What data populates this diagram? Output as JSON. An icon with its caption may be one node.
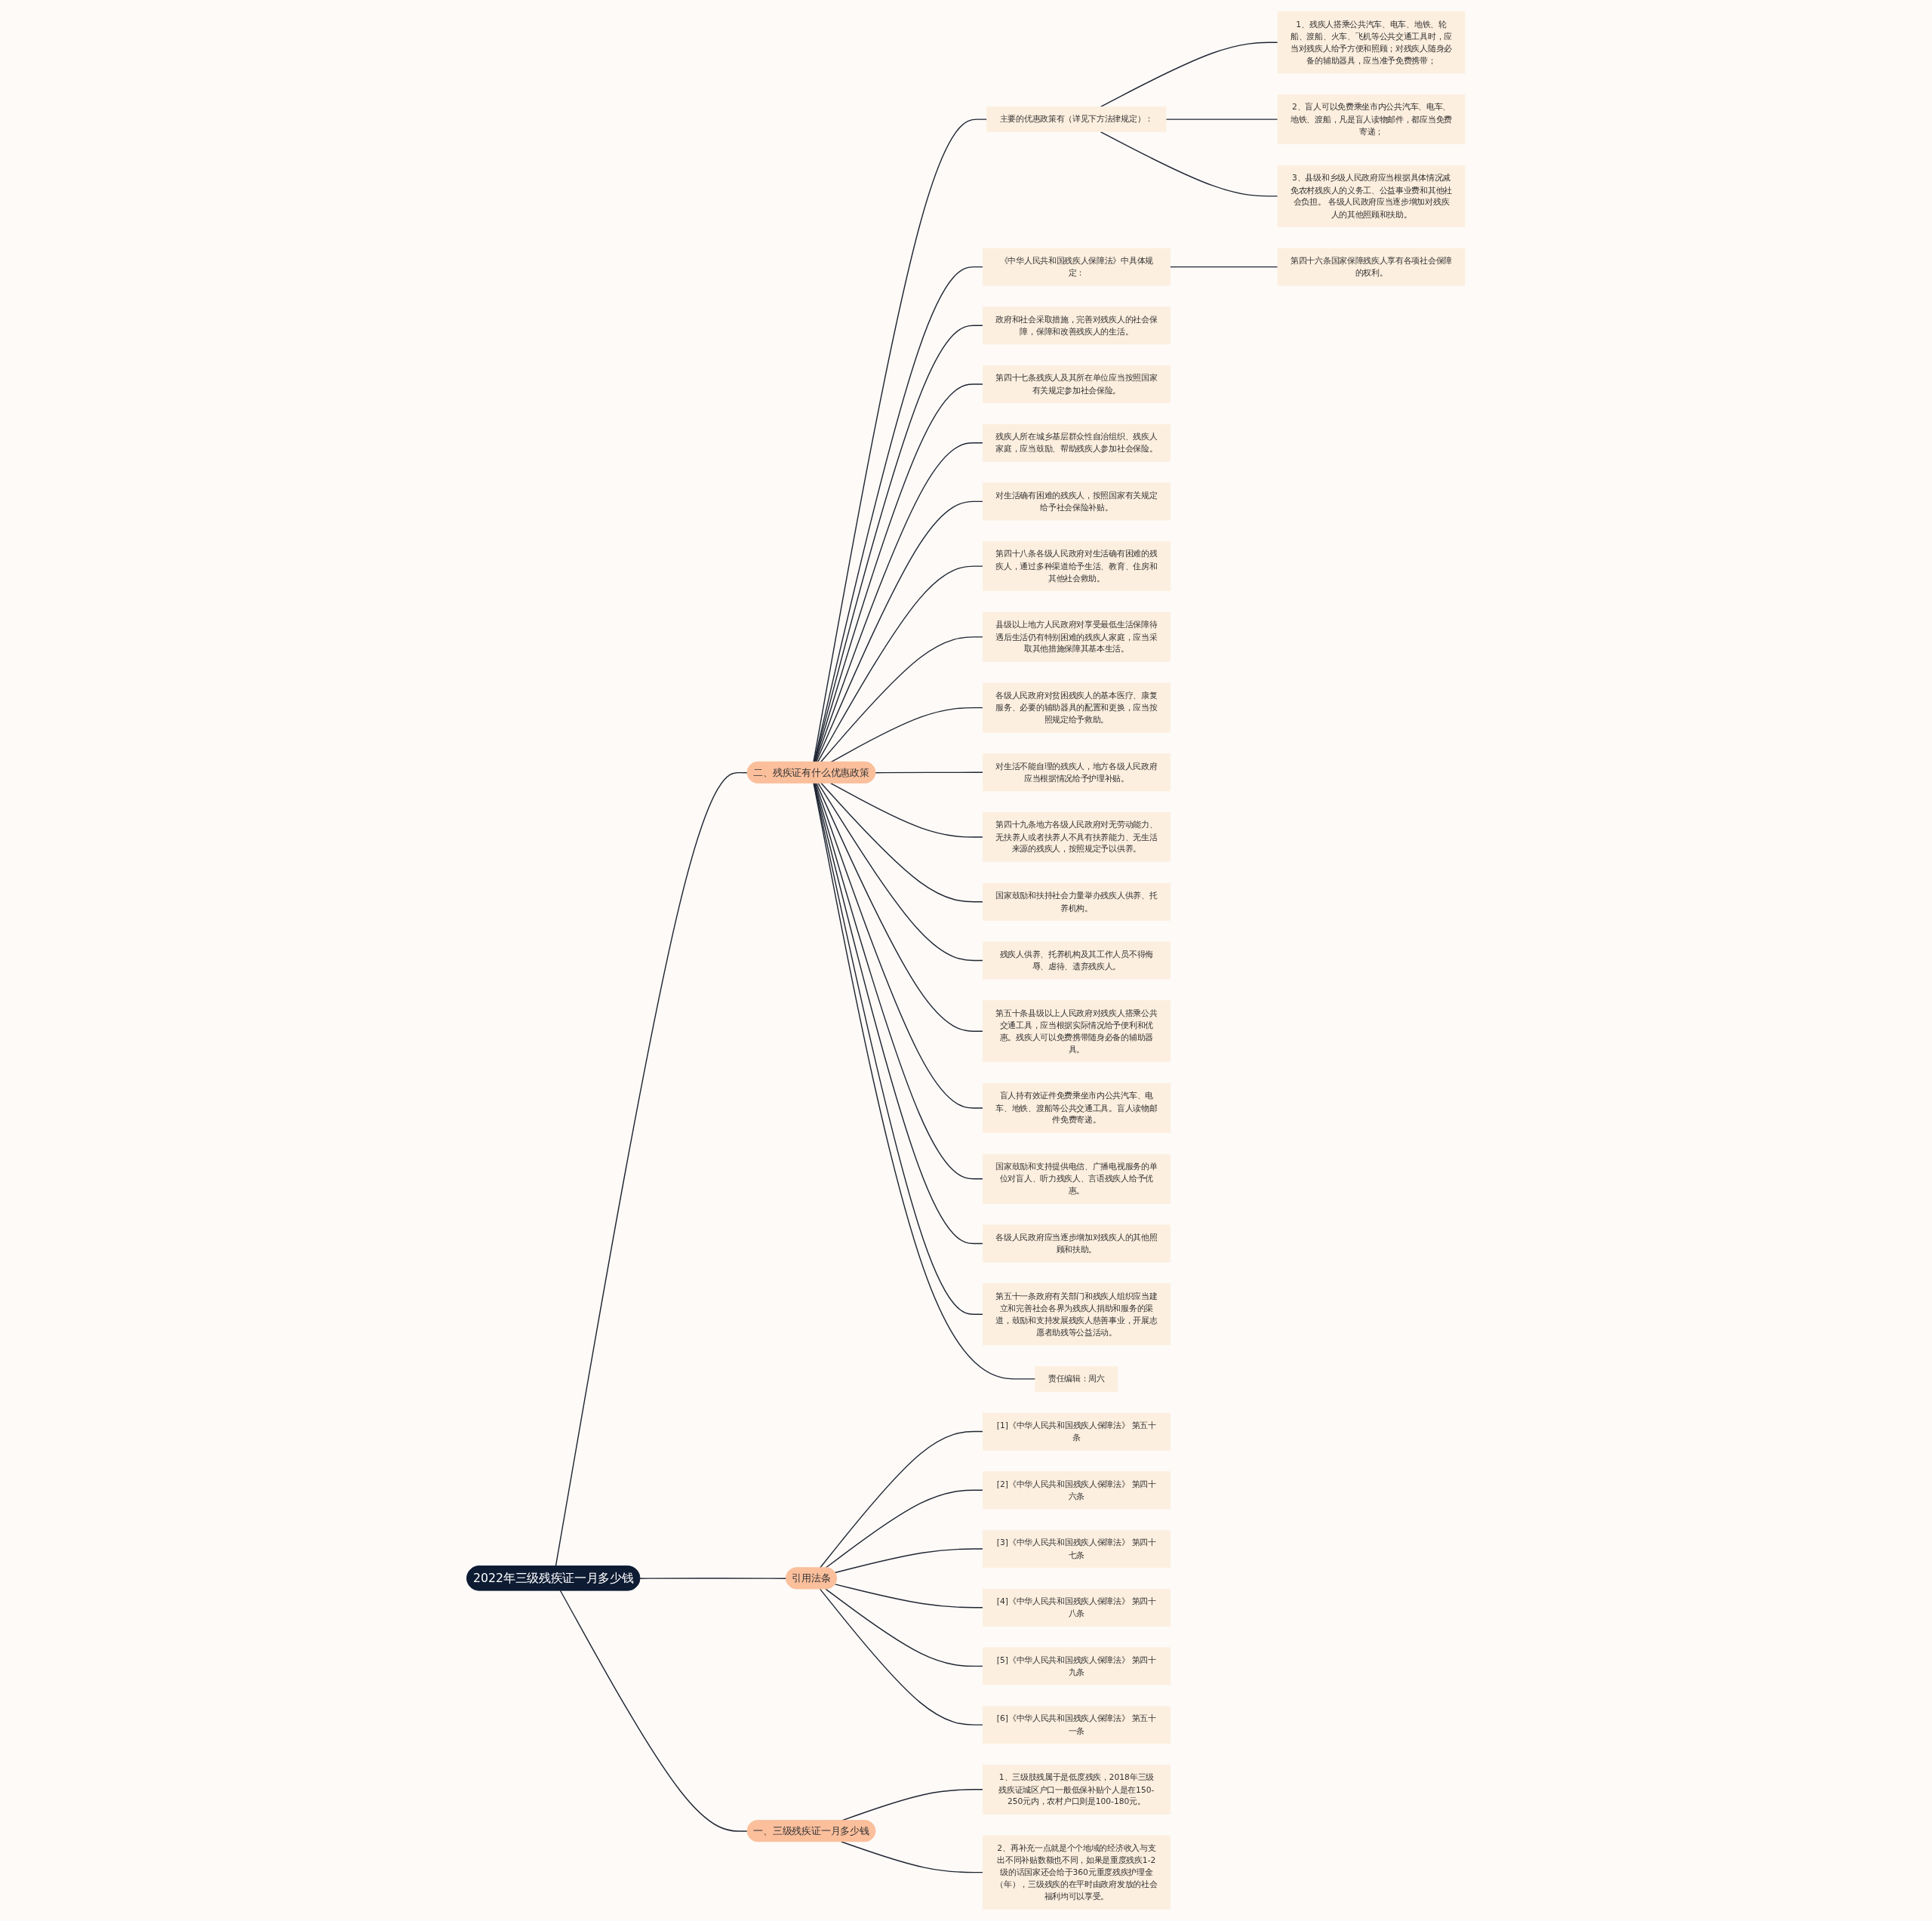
{
  "diagram": {
    "nodes": [
      {
        "text": [
          "2022年三级残疾证一月多少钱"
        ]
      },
      {
        "text": [
          "一、三级残疾证一月多少钱"
        ]
      },
      {
        "text": [
          "1、三级肢残属于是低度残疾，2018年三级残疾证城区户口一般低保补贴个人是在150-250元内，农村户口则是100-180元。"
        ]
      },
      {
        "text": [
          "2、再补充一点就是个个地域的经济收入与支出不同补贴数额也不同，如果是重度残疾1-2级的话国家还会给于360元重度残疾护理金（年），三级残疾的在平时由政府发放的社会福利均可以享受。"
        ]
      },
      {
        "text": [
          "二、残疾证有什么优惠政策"
        ]
      },
      {
        "text": [
          "主要的优惠政策有（详见下方法律规定）："
        ]
      },
      {
        "text": [
          "1、残疾人搭乘公共汽车、电车、地铁、轮船、渡船、火车、飞机等公共交通工具时，应当对残疾人给予方便和照顾；对残疾人随身必备的辅助器具，应当准予免费携带；"
        ]
      },
      {
        "text": [
          "2、盲人可以免费乘坐市内公共汽车、电车、地铁、渡船，凡是盲人读物邮件，都应当免费寄递；"
        ]
      },
      {
        "text": [
          "3、县级和乡级人民政府应当根据具体情况减免农村残疾人的义务工、公益事业费和其他社会负担。 各级人民政府应当逐步增加对残疾人的其他照顾和扶助。"
        ]
      },
      {
        "text": [
          "《中华人民共和国残疾人保障法》中具体规定："
        ]
      },
      {
        "text": [
          "第四十六条国家保障残疾人享有各项社会保障的权利。"
        ]
      },
      {
        "text": [
          "政府和社会采取措施，完善对残疾人的社会保障，保障和改善残疾人的生活。"
        ]
      },
      {
        "text": [
          "第四十七条残疾人及其所在单位应当按照国家有关规定参加社会保险。"
        ]
      },
      {
        "text": [
          "残疾人所在城乡基层群众性自治组织、残疾人家庭，应当鼓励、帮助残疾人参加社会保险。"
        ]
      },
      {
        "text": [
          "对生活确有困难的残疾人，按照国家有关规定给予社会保险补贴。"
        ]
      },
      {
        "text": [
          "第四十八条各级人民政府对生活确有困难的残疾人，通过多种渠道给予生活、教育、住房和其他社会救助。"
        ]
      },
      {
        "text": [
          "县级以上地方人民政府对享受最低生活保障待遇后生活仍有特别困难的残疾人家庭，应当采取其他措施保障其基本生活。"
        ]
      },
      {
        "text": [
          "各级人民政府对贫困残疾人的基本医疗、康复服务、必要的辅助器具的配置和更换，应当按照规定给予救助。"
        ]
      },
      {
        "text": [
          "对生活不能自理的残疾人，地方各级人民政府应当根据情况给予护理补贴。"
        ]
      },
      {
        "text": [
          "第四十九条地方各级人民政府对无劳动能力、无扶养人或者扶养人不具有扶养能力、无生活来源的残疾人，按照规定予以供养。"
        ]
      },
      {
        "text": [
          "国家鼓励和扶持社会力量举办残疾人供养、托养机构。"
        ]
      },
      {
        "text": [
          "残疾人供养、托养机构及其工作人员不得侮辱、虐待、遗弃残疾人。"
        ]
      },
      {
        "text": [
          "第五十条县级以上人民政府对残疾人搭乘公共交通工具，应当根据实际情况给予便利和优惠。残疾人可以免费携带随身必备的辅助器具。"
        ]
      },
      {
        "text": [
          "盲人持有效证件免费乘坐市内公共汽车、电车、地铁、渡船等公共交通工具。盲人读物邮件免费寄递。"
        ]
      },
      {
        "text": [
          "国家鼓励和支持提供电信、广播电视服务的单位对盲人、听力残疾人、言语残疾人给予优惠。"
        ]
      },
      {
        "text": [
          "各级人民政府应当逐步增加对残疾人的其他照顾和扶助。"
        ]
      },
      {
        "text": [
          "第五十一条政府有关部门和残疾人组织应当建立和完善社会各界为残疾人捐助和服务的渠道，鼓励和支持发展残疾人慈善事业，开展志愿者助残等公益活动。"
        ]
      },
      {
        "text": [
          "责任编辑：周六"
        ]
      },
      {
        "text": [
          "引用法条"
        ]
      },
      {
        "text": [
          "[1]《中华人民共和国残疾人保障法》 第五十条"
        ]
      },
      {
        "text": [
          "[2]《中华人民共和国残疾人保障法》 第四十六条"
        ]
      },
      {
        "text": [
          "[3]《中华人民共和国残疾人保障法》 第四十七条"
        ]
      },
      {
        "text": [
          "[4]《中华人民共和国残疾人保障法》 第四十八条"
        ]
      },
      {
        "text": [
          "[5]《中华人民共和国残疾人保障法》 第四十九条"
        ]
      },
      {
        "text": [
          "[6]《中华人民共和国残疾人保障法》 第五十一条"
        ]
      }
    ],
    "edges": [
      {
        "from": 0,
        "to": 1,
        "arrow": "none"
      },
      {
        "from": 1,
        "to": 2,
        "arrow": "none"
      },
      {
        "from": 1,
        "to": 3,
        "arrow": "none"
      },
      {
        "from": 0,
        "to": 4,
        "arrow": "none"
      },
      {
        "from": 4,
        "to": 5,
        "arrow": "none"
      },
      {
        "from": 5,
        "to": 6,
        "arrow": "none"
      },
      {
        "from": 5,
        "to": 7,
        "arrow": "none"
      },
      {
        "from": 5,
        "to": 8,
        "arrow": "none"
      },
      {
        "from": 4,
        "to": 9,
        "arrow": "none"
      },
      {
        "from": 9,
        "to": 10,
        "arrow": "none"
      },
      {
        "from": 4,
        "to": 11,
        "arrow": "none"
      },
      {
        "from": 4,
        "to": 12,
        "arrow": "none"
      },
      {
        "from": 4,
        "to": 13,
        "arrow": "none"
      },
      {
        "from": 4,
        "to": 14,
        "arrow": "none"
      },
      {
        "from": 4,
        "to": 15,
        "arrow": "none"
      },
      {
        "from": 4,
        "to": 16,
        "arrow": "none"
      },
      {
        "from": 4,
        "to": 17,
        "arrow": "none"
      },
      {
        "from": 4,
        "to": 18,
        "arrow": "none"
      },
      {
        "from": 4,
        "to": 19,
        "arrow": "none"
      },
      {
        "from": 4,
        "to": 20,
        "arrow": "none"
      },
      {
        "from": 4,
        "to": 21,
        "arrow": "none"
      },
      {
        "from": 4,
        "to": 22,
        "arrow": "none"
      },
      {
        "from": 4,
        "to": 23,
        "arrow": "none"
      },
      {
        "from": 4,
        "to": 24,
        "arrow": "none"
      },
      {
        "from": 4,
        "to": 25,
        "arrow": "none"
      },
      {
        "from": 4,
        "to": 26,
        "arrow": "none"
      },
      {
        "from": 4,
        "to": 27,
        "arrow": "none"
      },
      {
        "from": 0,
        "to": 28,
        "arrow": "none"
      },
      {
        "from": 28,
        "to": 29,
        "arrow": "none"
      },
      {
        "from": 28,
        "to": 30,
        "arrow": "none"
      },
      {
        "from": 28,
        "to": 31,
        "arrow": "none"
      },
      {
        "from": 28,
        "to": 32,
        "arrow": "none"
      },
      {
        "from": 28,
        "to": 33,
        "arrow": "none"
      },
      {
        "from": 28,
        "to": 34,
        "arrow": "none"
      }
    ]
  }
}
